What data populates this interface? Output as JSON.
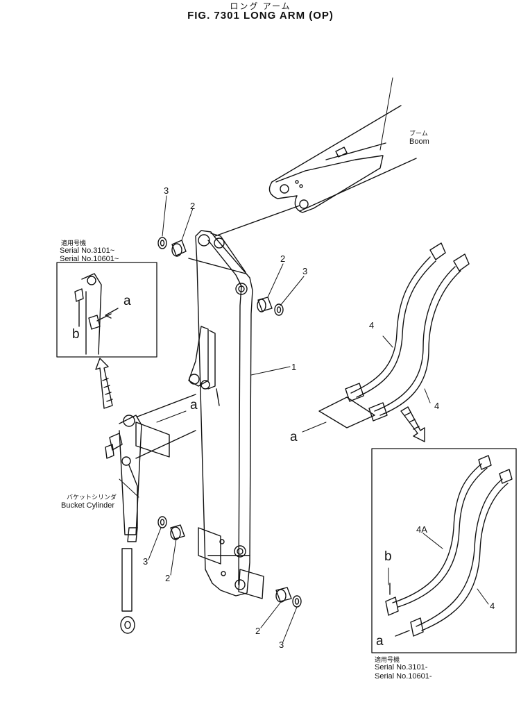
{
  "title": {
    "japanese": "ロング アーム",
    "english": "FIG. 7301    LONG  ARM  (OP)"
  },
  "boom": {
    "japanese": "ブーム",
    "english": "Boom"
  },
  "bucket_cylinder": {
    "japanese": "バケットシリンダ",
    "english": "Bucket  Cylinder"
  },
  "inset_top": {
    "japanese": "適用号機",
    "serial_1": "Serial No.3101~",
    "serial_2": "Serial No.10601~",
    "label_a": "a",
    "label_b": "b"
  },
  "inset_bottom": {
    "japanese": "適用号機",
    "serial_1": "Serial No.3101-",
    "serial_2": "Serial No.10601-",
    "label_a": "a",
    "label_b": "b",
    "part_4a": "4A",
    "part_4": "4"
  },
  "callouts": {
    "p1": "1",
    "p2_top_left": "2",
    "p3_top_left": "3",
    "p2_top_right": "2",
    "p3_top_right": "3",
    "p2_bottom_left": "2",
    "p3_bottom_left": "3",
    "p2_bottom_right": "2",
    "p3_bottom_right": "3",
    "p4_left": "4",
    "p4_right": "4",
    "ref_a_arm": "a",
    "ref_a_hose": "a"
  }
}
